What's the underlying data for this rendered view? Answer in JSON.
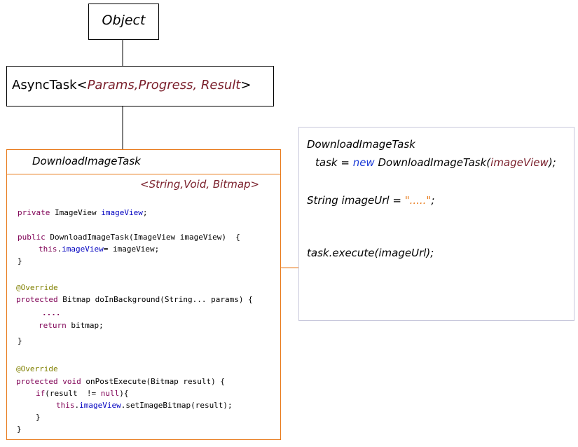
{
  "object_box": {
    "label": "Object"
  },
  "asynctask_box": {
    "name": "AsyncTask<",
    "params": "Params,Progress, Result",
    "close": ">"
  },
  "download_class": {
    "title": "DownloadImageTask",
    "generics": "<String,Void, Bitmap>",
    "code": {
      "field_line": {
        "k": "private",
        "t": " ImageView ",
        "f": "imageView",
        "end": ";"
      },
      "ctor_line": {
        "k": "public",
        "t": " DownloadImageTask(ImageView imageView)  {"
      },
      "ctor_body": {
        "k": "this",
        "dot": ".",
        "f": "imageView",
        "t": "= imageView;"
      },
      "ctor_close": "}",
      "override1": "@Override",
      "dib_line": {
        "k": "protected",
        "t": " Bitmap doInBackground(String... params) {"
      },
      "ellipsis": "....",
      "return_line": {
        "k": "return",
        "t": " bitmap;"
      },
      "dib_close": "}",
      "override2": "@Override",
      "ope_line": {
        "k1": "protected",
        "sp": " ",
        "k2": "void",
        "t": " onPostExecute(Bitmap result) {"
      },
      "if_line": {
        "k": "if",
        "t": "(result  != ",
        "k2": "null",
        "end": "){"
      },
      "set_line": {
        "k": "this",
        "dot": ".",
        "f": "imageView",
        "t": ".setImageBitmap(result);"
      },
      "if_close": "}",
      "ope_close": "}"
    }
  },
  "usage_box": {
    "line1": "DownloadImageTask",
    "line2": {
      "pre": "task = ",
      "kw": "new",
      "mid": " DownloadImageTask(",
      "arg": "imageView",
      "end": ");"
    },
    "line3": {
      "pre": "String imageUrl = ",
      "str": "\".....\"",
      "end": ";"
    },
    "line4": "task.execute(imageUrl);"
  },
  "colors": {
    "orange": "#e87a1a",
    "keyword": "#7f0055",
    "field": "#0000c0",
    "annotation": "#808000",
    "generic_params": "#7a1f2b",
    "new_keyword": "#1c3cd8",
    "usage_border": "#c8c8dc"
  }
}
